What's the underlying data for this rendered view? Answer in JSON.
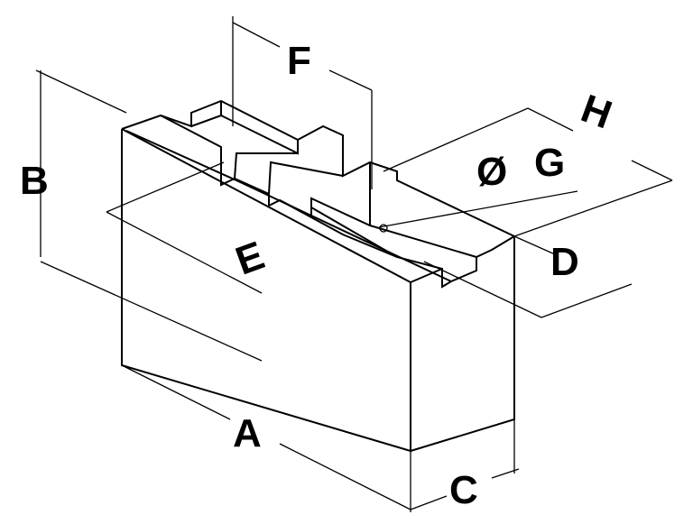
{
  "diagram": {
    "labels": {
      "A": "A",
      "B": "B",
      "C": "C",
      "D": "D",
      "E": "E",
      "F": "F",
      "G": "G",
      "H": "H"
    },
    "diameter_symbol": "Ø"
  }
}
